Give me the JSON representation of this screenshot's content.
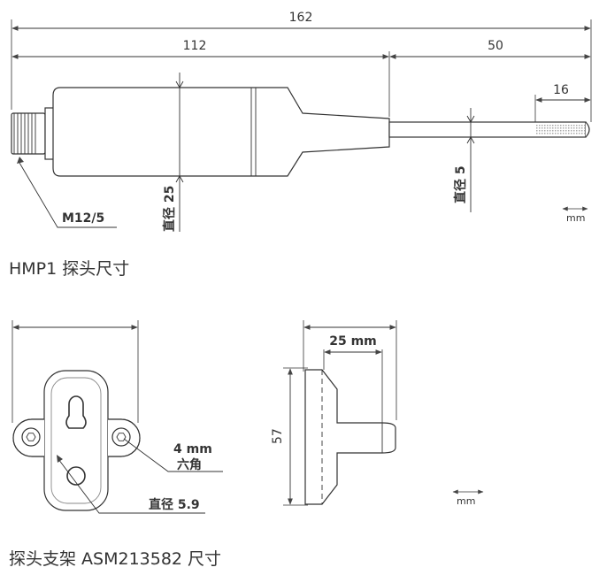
{
  "probe": {
    "overall_length": "162",
    "body_length": "112",
    "tube_length": "50",
    "filter_length": "16",
    "body_diameter": "直径 25",
    "tube_diameter": "直径 5",
    "connector": "M12/5",
    "unit": "mm",
    "caption": "HMP1 探头尺寸"
  },
  "holder": {
    "mm_label": "25 mm",
    "height": "57",
    "hex_line1": "4 mm",
    "hex_line2": "六角",
    "hole_diameter": "直径 5.9",
    "unit": "mm",
    "caption": "探头支架 ASM213582 尺寸"
  }
}
